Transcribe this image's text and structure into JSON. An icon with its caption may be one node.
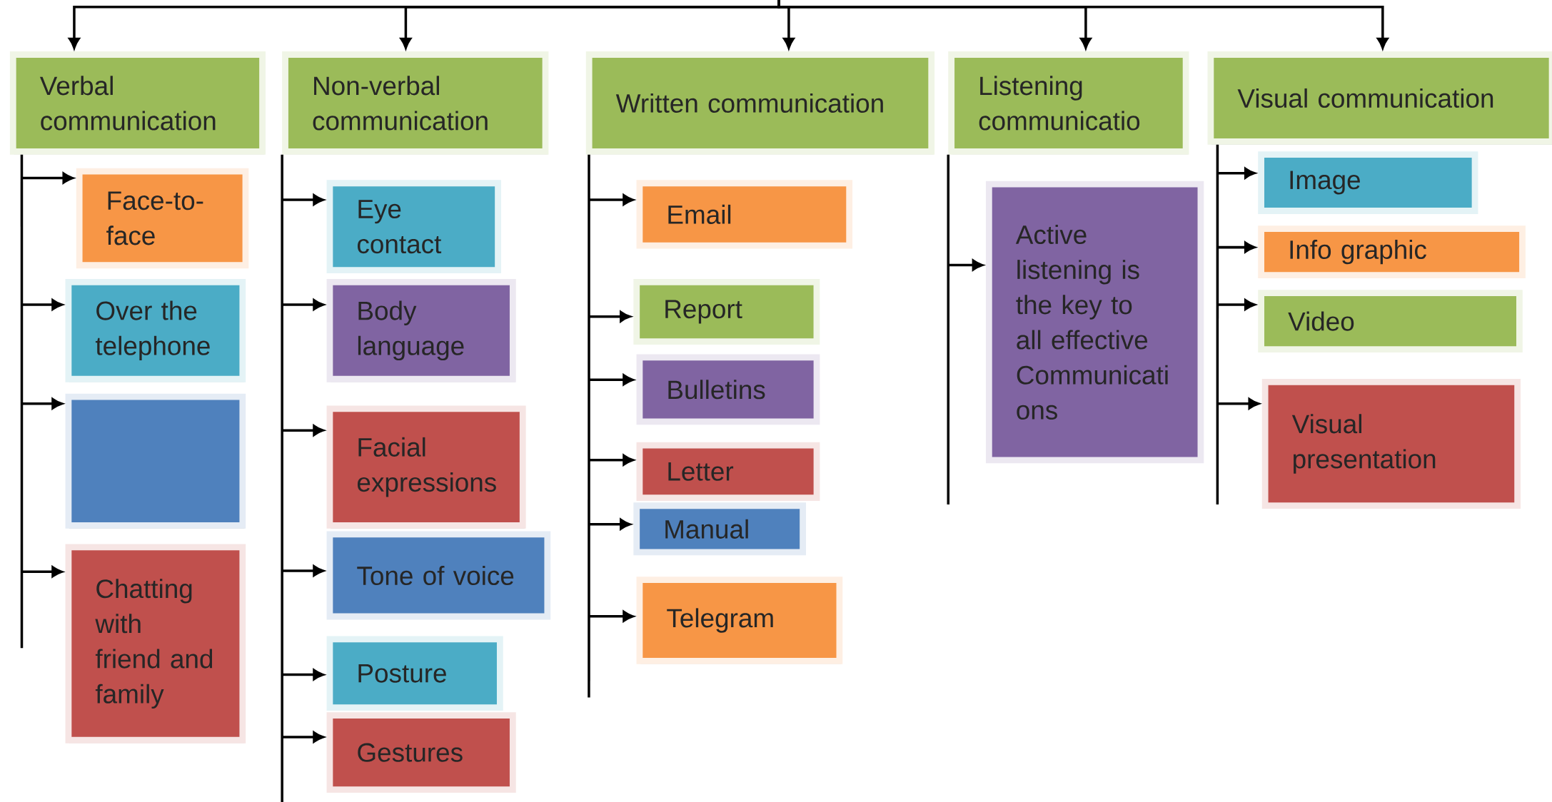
{
  "diagram": {
    "nodes": [
      {
        "text": [
          "Verbal communication"
        ]
      },
      {
        "text": [
          "Non-verbal communication"
        ]
      },
      {
        "text": [
          "Written communication"
        ]
      },
      {
        "text": [
          "Listening communicatio"
        ]
      },
      {
        "text": [
          "Visual communication"
        ]
      },
      {
        "text": [
          "Face-to-face"
        ]
      },
      {
        "text": [
          "Over the telephone"
        ]
      },
      {
        "text": [],
        "shape": "box"
      },
      {
        "text": [
          "Chatting with friend and family"
        ]
      },
      {
        "text": [
          "Eye contact"
        ]
      },
      {
        "text": [
          "Body language"
        ]
      },
      {
        "text": [
          "Facial expressions"
        ]
      },
      {
        "text": [
          "Tone of voice"
        ]
      },
      {
        "text": [
          "Posture"
        ]
      },
      {
        "text": [
          "Gestures"
        ]
      },
      {
        "text": [
          "Email"
        ]
      },
      {
        "text": [
          "Report"
        ]
      },
      {
        "text": [
          "Bulletins"
        ]
      },
      {
        "text": [
          "Letter"
        ]
      },
      {
        "text": [
          "Manual"
        ]
      },
      {
        "text": [
          "Telegram"
        ]
      },
      {
        "text": [
          "Active listening is the key to all effective Communicati ons"
        ]
      },
      {
        "text": [
          "Image"
        ]
      },
      {
        "text": [
          "Info graphic"
        ]
      },
      {
        "text": [
          "Video"
        ]
      },
      {
        "text": [
          "Visual presentation"
        ]
      }
    ],
    "edges": [
      {
        "from": null,
        "to": 0,
        "arrow": "to"
      },
      {
        "from": null,
        "to": 1,
        "arrow": "to"
      },
      {
        "from": null,
        "to": 2,
        "arrow": "to"
      },
      {
        "from": null,
        "to": 3,
        "arrow": "to"
      },
      {
        "from": null,
        "to": 4,
        "arrow": "to"
      },
      {
        "from": 0,
        "to": 5,
        "arrow": "to"
      },
      {
        "from": 0,
        "to": 6,
        "arrow": "to"
      },
      {
        "from": 0,
        "to": 7,
        "arrow": "to"
      },
      {
        "from": 0,
        "to": 8,
        "arrow": "to"
      },
      {
        "from": 1,
        "to": 9,
        "arrow": "to"
      },
      {
        "from": 1,
        "to": 10,
        "arrow": "to"
      },
      {
        "from": 1,
        "to": 11,
        "arrow": "to"
      },
      {
        "from": 1,
        "to": 12,
        "arrow": "to"
      },
      {
        "from": 1,
        "to": 13,
        "arrow": "to"
      },
      {
        "from": 1,
        "to": 14,
        "arrow": "to"
      },
      {
        "from": 2,
        "to": 15,
        "arrow": "to"
      },
      {
        "from": 2,
        "to": 16,
        "arrow": "to"
      },
      {
        "from": 2,
        "to": 17,
        "arrow": "to"
      },
      {
        "from": 2,
        "to": 18,
        "arrow": "to"
      },
      {
        "from": 2,
        "to": 19,
        "arrow": "to"
      },
      {
        "from": 2,
        "to": 20,
        "arrow": "to"
      },
      {
        "from": 3,
        "to": 21,
        "arrow": "to"
      },
      {
        "from": 4,
        "to": 22,
        "arrow": "to"
      },
      {
        "from": 4,
        "to": 23,
        "arrow": "to"
      },
      {
        "from": 4,
        "to": 24,
        "arrow": "to"
      },
      {
        "from": 4,
        "to": 25,
        "arrow": "to"
      }
    ]
  }
}
